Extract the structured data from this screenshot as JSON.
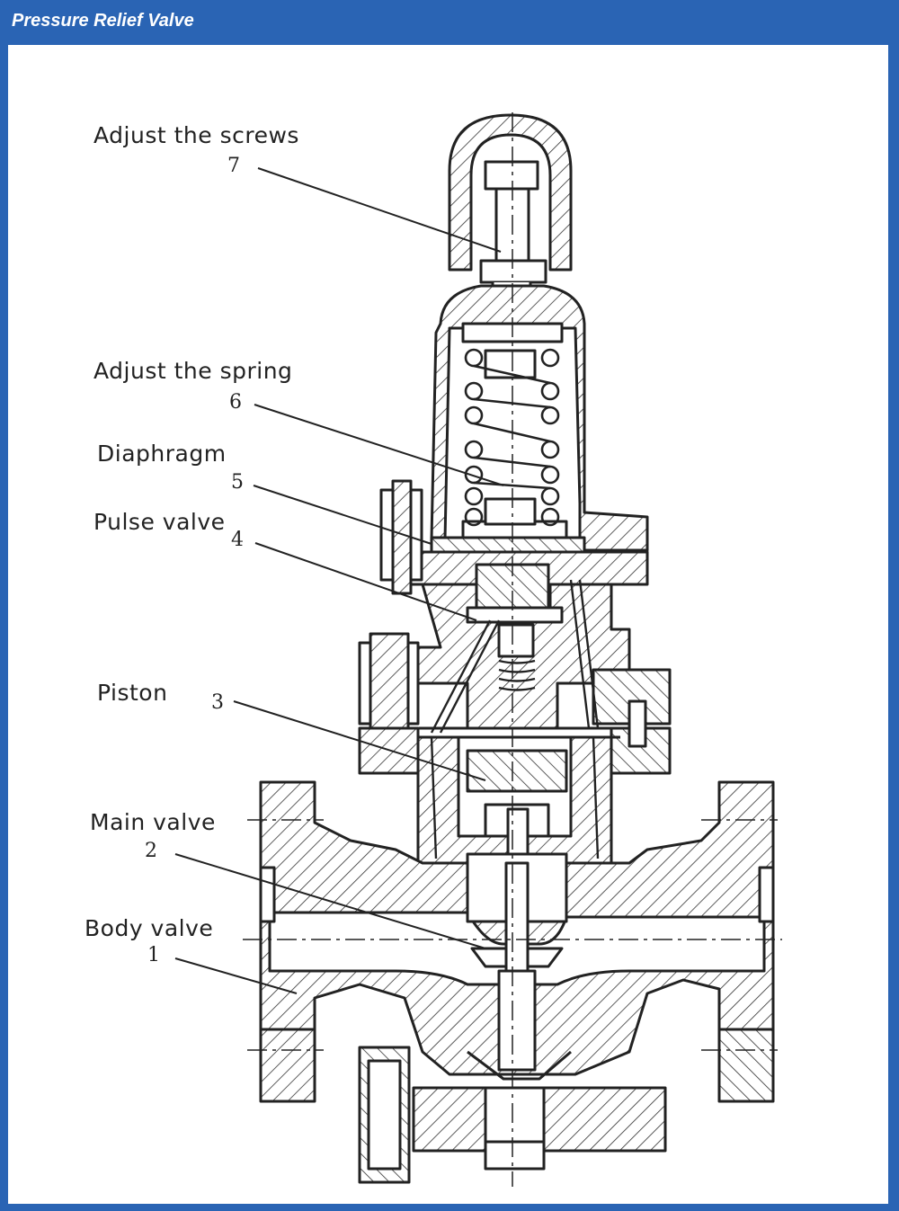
{
  "header": {
    "title": "Pressure Relief Valve"
  },
  "callouts": [
    {
      "label": "Adjust the screws",
      "number": "7"
    },
    {
      "label": "Adjust the spring",
      "number": "6"
    },
    {
      "label": "Diaphragm",
      "number": "5"
    },
    {
      "label": "Pulse valve",
      "number": "4"
    },
    {
      "label": "Piston",
      "number": "3"
    },
    {
      "label": "Main valve",
      "number": "2"
    },
    {
      "label": "Body valve",
      "number": "1"
    }
  ],
  "colors": {
    "frame": "#2a64b4",
    "ink": "#222222",
    "paper": "#ffffff"
  }
}
